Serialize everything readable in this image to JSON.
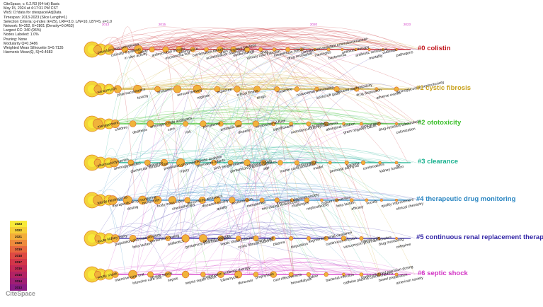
{
  "header": {
    "lines": [
      "CiteSpace, v. 6.2.R3 (64-bit) Basic",
      "May 15, 2024 at 4:17:31 PM CST",
      "WoS: D:\\data for citespace\\AdjData",
      "Timespan: 2013-2023 (Slice Length=1)",
      "Selection Criteria: g-index (k=25), LRF=3.0, L/N=10, LBY=5, e=1.0",
      "Network: N=352, E=2801 (Density=0.0453)",
      "Largest CC: 340 (96%)",
      "Nodes Labeled: 1.0%",
      "Pruning: None",
      "Modularity Q=0.3486",
      "Weighted Mean Silhouette S=0.7135",
      "Harmonic Mean(Q, S)=0.4683"
    ]
  },
  "year_ticks": [
    "2013",
    "2015",
    "2020",
    "2023"
  ],
  "legend": {
    "years": [
      "2023",
      "2022",
      "2021",
      "2020",
      "2019",
      "2018",
      "2017",
      "2016",
      "2015",
      "2014",
      "2013"
    ],
    "colors": [
      "#f7ea3a",
      "#f6cf38",
      "#f3ae3a",
      "#ee8a3c",
      "#e8683f",
      "#de4a44",
      "#d23649",
      "#c42a55",
      "#b22364",
      "#a01f74",
      "#8a1c83"
    ]
  },
  "logo": "CiteSpace",
  "clusters": [
    {
      "label": "#0 colistin",
      "color": "#c2161d",
      "terms": [
        "pseudomonas aeruginosa",
        "critically ill patients",
        "in vitro activity",
        "safety",
        "antimicrobial therapy",
        "escherichia coli",
        "polymyxin b",
        "combination therapy",
        "acinetobacter baumannii",
        "gram negative bacteria",
        "epidemiology",
        "urinary tract infection",
        "drug",
        "intravenous colistin",
        "drug resistance",
        "carbapenem-resistant enterobacteriaceae",
        "meningitis",
        "bacteremia",
        "antibiotic therapy",
        "antibiotic resistance",
        "mortality",
        "outbreak",
        "pathogens"
      ]
    },
    {
      "label": "#1 cystic fibrosis",
      "color": "#c9a21e",
      "terms": [
        "vancomycin",
        "pharmacokinetics",
        "toxicity",
        "amikacin",
        "aerosol delivery",
        "regimen",
        "exposure",
        "critical illness",
        "drugs",
        "creatinine",
        "nosocomial pneumonia",
        "cockcroft gault",
        "induced nephrotoxicity",
        "drug disposition",
        "adverse events",
        "aminoglycoside nephrotoxicity"
      ]
    },
    {
      "label": "#2 ototoxicity",
      "color": "#3bbf2a",
      "terms": [
        "management",
        "children",
        "deafness",
        "aminoglycoside antibiotics",
        "care",
        "risk",
        "prevalence",
        "antibiotic use",
        "disease",
        "cerebrospinal fluid",
        "ciprofloxacin",
        "nontuberculous mycobacteria",
        "susceptibility",
        "aboriginal children",
        "gram negative bacilli",
        "clinical trials",
        "drug-resistant tuberculosis",
        "colonization"
      ]
    },
    {
      "label": "#3 clearance",
      "color": "#17b08e",
      "terms": [
        "pharmacodynamics",
        "aminoglycosides",
        "glomerular filtration rate",
        "clearance",
        "population pharmacokinetic analysis",
        "injury",
        "premature infants",
        "birth weight infants",
        "gentamicin pharmacokinetics",
        "neonatal sepsis",
        "age",
        "monte carlo simulation",
        "performance",
        "model",
        "perinatal asphyxia",
        "bacteria",
        "combinations",
        "kidney function",
        "gfr"
      ]
    },
    {
      "label": "#4 therapeutic drug monitoring",
      "color": "#2a86c2",
      "terms": [
        "febrile neutropenia",
        "therapeutic drug monitoring",
        "dosing",
        "multicenter",
        "body mass index",
        "chemotherapy",
        "aerosolized antibiotics",
        "diseases society",
        "quality",
        "erythromycin",
        "meropenem",
        "necrotizing enterocolitis",
        "infectious diseases society",
        "challenges",
        "nephrotoxicity",
        "culture conversion",
        "beta lactam",
        "efficacy",
        "society",
        "quality improvement",
        "clinical chemistry"
      ]
    },
    {
      "label": "#5 continuous renal replacement therapy",
      "color": "#3326a6",
      "terms": [
        "acute kidney injury",
        "population pharmacokinetics",
        "beta lactam",
        "gentamicin dosing",
        "antibiotics",
        "gentamicin pharmacokinetics",
        "pediatric patients",
        "septic shock patients",
        "cystic fibrosis patients",
        "critical care",
        "plasma",
        "disposition",
        "augmented renal clearance",
        "continuous infusion",
        "vancomycin pharmacokinetics",
        "vancomycin",
        "drug monitoring",
        "cefepime"
      ]
    },
    {
      "label": "#6 septic shock",
      "color": "#d233c4",
      "terms": [
        "septic shock",
        "intensive care unit",
        "intensive care unit",
        "severe sepsis",
        "sepsis",
        "sepsis septic shock",
        "combination antibiotic therapy",
        "tobramycin",
        "donovani",
        "prophylaxis",
        "cost effectiveness",
        "hemodialysis",
        "iodine",
        "bacterial infection",
        "caffeine plasma concentrations",
        "model-informed precision dosing",
        "bowel preparation",
        "american society"
      ]
    }
  ]
}
